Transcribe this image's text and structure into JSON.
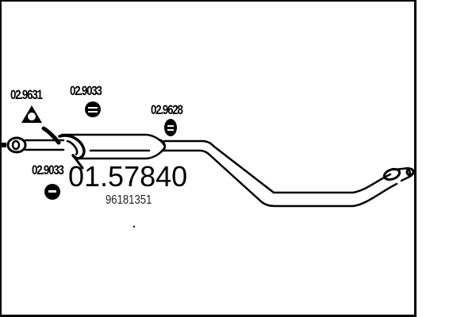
{
  "part": {
    "main_number": "01.57840",
    "oe_number": "96181351"
  },
  "accessories": [
    {
      "ref": "02.9631",
      "icon": "gasket-triangle-icon"
    },
    {
      "ref": "02.9033",
      "icon": "rubber-mount-icon"
    },
    {
      "ref": "02.9628",
      "icon": "rubber-hanger-icon"
    },
    {
      "ref": "02.9033",
      "icon": "rubber-mount-icon"
    }
  ],
  "colors": {
    "line": "#000000",
    "background": "#ffffff"
  }
}
